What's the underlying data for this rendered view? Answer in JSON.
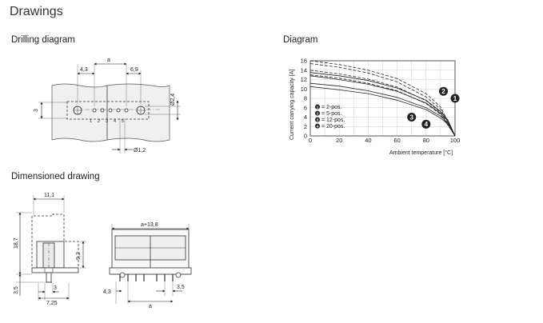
{
  "page": {
    "title": "Drawings",
    "sections": {
      "drilling": "Drilling diagram",
      "diagram": "Diagram",
      "dimensioned": "Dimensioned drawing"
    }
  },
  "drilling": {
    "dims": {
      "a": "a",
      "d43": "4,3",
      "d69": "6,9",
      "d3": "3",
      "dia24": "Ø2,4",
      "dia12": "Ø1,2",
      "pins": [
        "1",
        "2",
        "3",
        "4",
        "5"
      ]
    }
  },
  "dimensioned": {
    "dims": {
      "d111": "11,1",
      "d187": "18,7",
      "d92": "9,2",
      "d35left": "3,5",
      "d3": "3",
      "d725": "7,25",
      "a138": "a+13,8",
      "d43": "4,3",
      "d35right": "3,5",
      "a": "a"
    }
  },
  "chart_data": {
    "type": "line",
    "title": "",
    "xlabel": "Ambient temperature [°C]",
    "ylabel": "Current carrying capacity [A]",
    "xlim": [
      0,
      100
    ],
    "ylim": [
      0,
      16
    ],
    "xticks": [
      0,
      20,
      40,
      60,
      80,
      100
    ],
    "yticks": [
      0,
      2,
      4,
      6,
      8,
      10,
      12,
      14,
      16
    ],
    "grid": true,
    "legend": {
      "placement": "left-middle",
      "entries": [
        {
          "marker": "1",
          "label": "= 2-pos."
        },
        {
          "marker": "2",
          "label": "= 5-pos."
        },
        {
          "marker": "3",
          "label": "= 12-pos."
        },
        {
          "marker": "4",
          "label": "= 20-pos."
        }
      ]
    },
    "series": [
      {
        "marker": "1",
        "style": "solid",
        "x": [
          0,
          20,
          40,
          60,
          80,
          90,
          95,
          100
        ],
        "y": [
          13.5,
          12.8,
          11.8,
          10.2,
          7.6,
          5.2,
          3.4,
          0
        ],
        "curve_label_at": [
          100,
          8
        ]
      },
      {
        "marker": "2",
        "style": "solid",
        "x": [
          0,
          20,
          40,
          60,
          80,
          90,
          95,
          100
        ],
        "y": [
          12.8,
          12,
          11,
          9.5,
          7,
          4.8,
          3.2,
          0
        ],
        "curve_label_at": [
          92,
          9.5
        ]
      },
      {
        "marker": "3",
        "style": "solid",
        "x": [
          0,
          20,
          40,
          60,
          80,
          90,
          95,
          100
        ],
        "y": [
          11.2,
          10.6,
          9.6,
          8.2,
          6,
          4.2,
          2.8,
          0
        ],
        "curve_label_at": [
          70,
          4
        ]
      },
      {
        "marker": "4",
        "style": "solid",
        "x": [
          0,
          20,
          40,
          60,
          80,
          90,
          95,
          100
        ],
        "y": [
          10.5,
          9.8,
          9,
          7.6,
          5.6,
          3.8,
          2.5,
          0
        ],
        "curve_label_at": [
          80,
          2.5
        ]
      },
      {
        "marker": "",
        "style": "dashed",
        "x": [
          0,
          20,
          40,
          60,
          80,
          90,
          100
        ],
        "y": [
          16,
          15.2,
          14,
          12.2,
          9,
          6.2,
          0
        ]
      },
      {
        "marker": "",
        "style": "dashed",
        "x": [
          0,
          20,
          40,
          60,
          80,
          90,
          100
        ],
        "y": [
          15.4,
          14.6,
          13.4,
          11.5,
          8.3,
          5.7,
          0
        ]
      },
      {
        "marker": "",
        "style": "dashed",
        "x": [
          0,
          20,
          40,
          60,
          80,
          90,
          100
        ],
        "y": [
          14,
          13.2,
          12.1,
          10.4,
          7.5,
          5,
          0
        ]
      },
      {
        "marker": "",
        "style": "dashed",
        "x": [
          0,
          20,
          40,
          60,
          80,
          90,
          100
        ],
        "y": [
          13,
          12.3,
          11.2,
          9.6,
          6.9,
          4.6,
          0
        ]
      }
    ]
  }
}
